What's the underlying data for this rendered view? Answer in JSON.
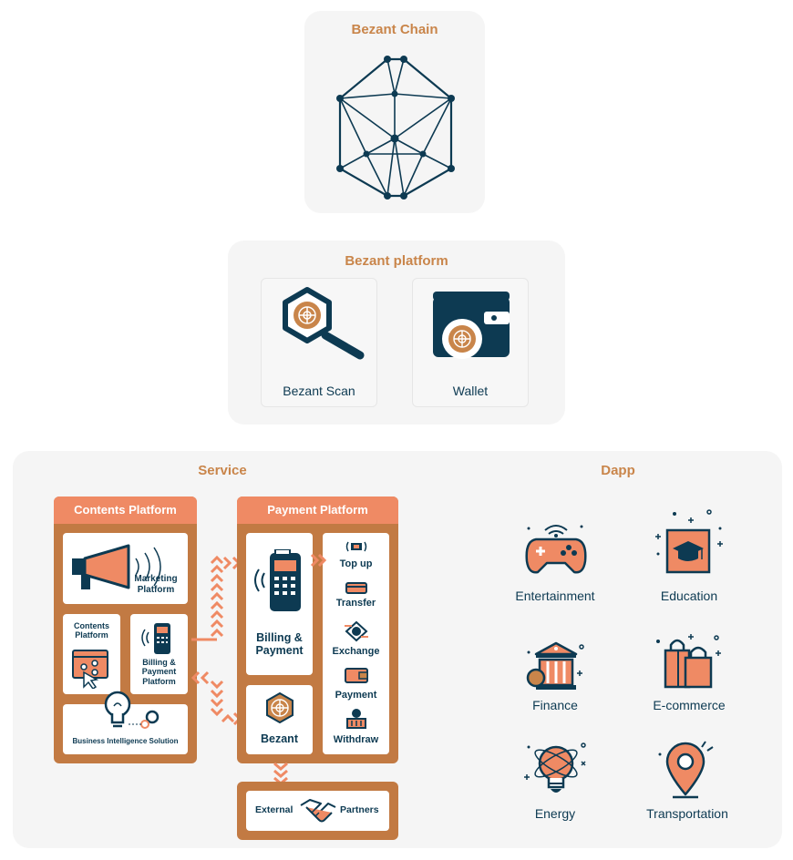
{
  "chain": {
    "title": "Bezant Chain"
  },
  "platform": {
    "title": "Bezant platform",
    "items": [
      {
        "label": "Bezant Scan",
        "icon": "magnifier-icon"
      },
      {
        "label": "Wallet",
        "icon": "wallet-icon"
      }
    ]
  },
  "service": {
    "title": "Service",
    "contents_platform": {
      "header": "Contents Platform",
      "marketing": "Marketing\nPlatform",
      "contents": "Contents\nPlatform",
      "billing": "Billing &\nPayment\nPlatform",
      "bi": "Business Intelligence Solution"
    },
    "payment_platform": {
      "header": "Payment Platform",
      "billing": "Billing &\nPayment",
      "bezant": "Bezant",
      "functions": [
        "Top up",
        "Transfer",
        "Exchange",
        "Payment",
        "Withdraw"
      ]
    },
    "external": {
      "left": "External",
      "right": "Partners"
    }
  },
  "dapp": {
    "title": "Dapp",
    "items": [
      {
        "label": "Entertainment",
        "icon": "gamepad-icon"
      },
      {
        "label": "Education",
        "icon": "graduation-cap-icon"
      },
      {
        "label": "Finance",
        "icon": "bank-icon"
      },
      {
        "label": "E-commerce",
        "icon": "shopping-bag-icon"
      },
      {
        "label": "Energy",
        "icon": "lightbulb-icon"
      },
      {
        "label": "Transportation",
        "icon": "location-pin-icon"
      }
    ]
  },
  "colors": {
    "accent": "#c9854a",
    "brown": "#c27a43",
    "orange": "#ef8a64",
    "navy": "#0d3a52"
  }
}
